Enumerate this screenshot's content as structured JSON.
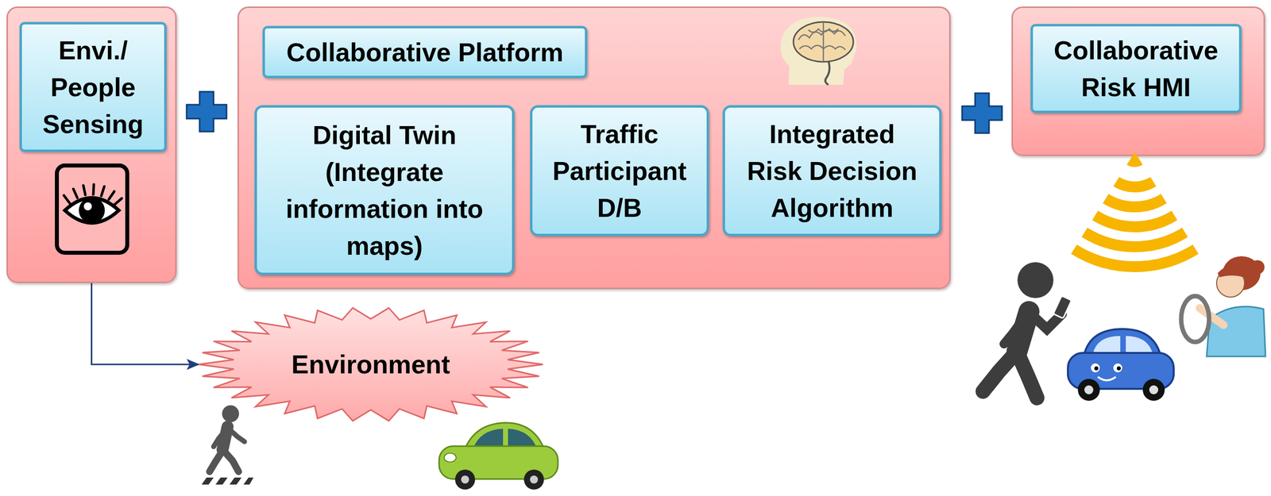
{
  "diagram": {
    "nodes": [
      {
        "text": [
          "Envi./ People Sensing"
        ]
      },
      {
        "text": [
          "Collaborative Platform"
        ]
      },
      {
        "text": [
          "Digital Twin (Integrate information into maps)"
        ],
        "in": 1
      },
      {
        "text": [
          "Traffic Participant D/B"
        ],
        "in": 1
      },
      {
        "text": [
          "Integrated Risk Decision Algorithm"
        ],
        "in": 1
      },
      {
        "text": [
          "Collaborative Risk HMI"
        ]
      },
      {
        "text": [
          "Environment"
        ]
      }
    ],
    "edges": [
      {
        "from": 0,
        "to": 6,
        "arrow": "to"
      }
    ]
  }
}
